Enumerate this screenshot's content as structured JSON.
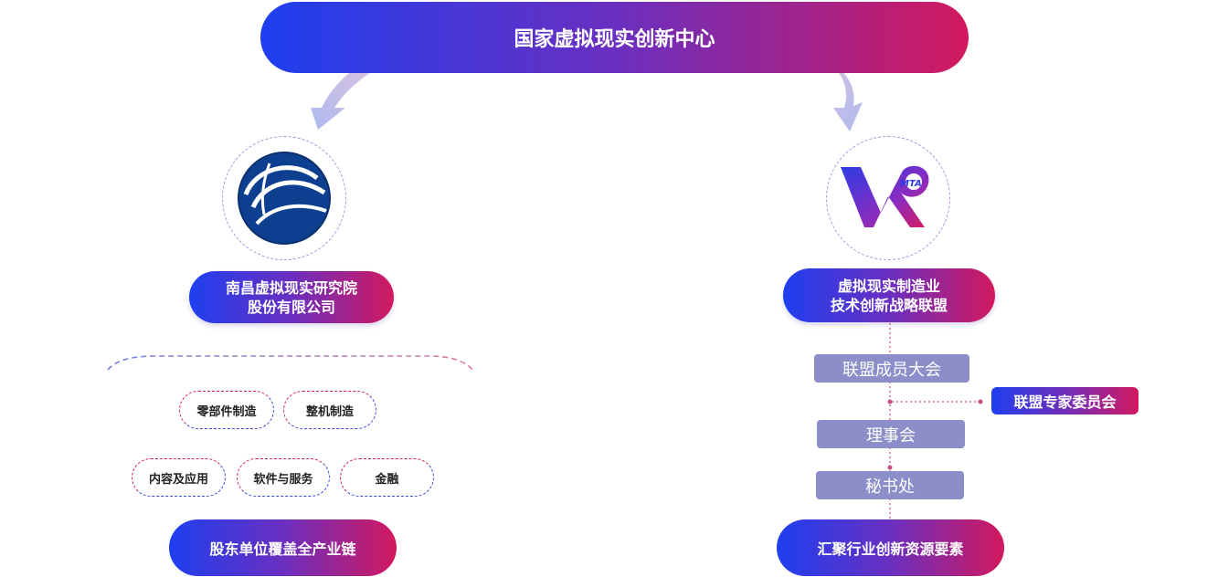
{
  "top": {
    "title": "国家虚拟现实创新中心"
  },
  "left": {
    "company": {
      "line1": "南昌虚拟现实研究院",
      "line2": "股份有限公司"
    },
    "chips": [
      "零部件制造",
      "整机制造",
      "内容及应用",
      "软件与服务",
      "金融"
    ],
    "bottom": "股东单位覆盖全产业链"
  },
  "right": {
    "alliance": {
      "line1": "虚拟现实制造业",
      "line2": "技术创新战略联盟"
    },
    "logo_text": "MTA",
    "orgs": [
      "联盟成员大会",
      "理事会",
      "秘书处"
    ],
    "expert": "联盟专家委员会",
    "bottom": "汇聚行业创新资源要素"
  },
  "colors": {
    "blue": "#1e3ff0",
    "purple": "#6a2fc0",
    "magenta": "#d2195e",
    "org_box": "#8b8ec9"
  }
}
